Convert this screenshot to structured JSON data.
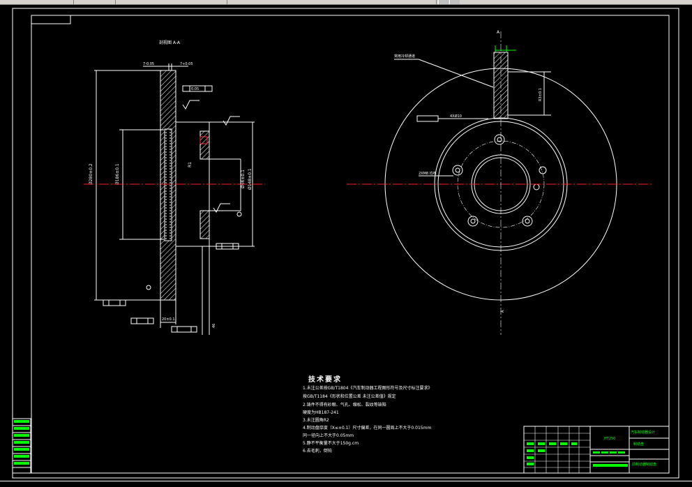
{
  "drawing": {
    "section_label": "剖视图 A-A",
    "tech_requirements": {
      "title": "技术要求",
      "lines": [
        "1.未注公差按GB/T1804《汽车制动器工程图形符号及尺寸标注要求》",
        "按GB/T1184《形状和位置公差 未注公差值》规定",
        "2.铸件不得有砂眼、气孔、缩松、裂纹等缺陷",
        "  硬度为HB187-241",
        "3.未注圆角R2",
        "4.制动盘厚度（X≤±0.1）尺寸偏差，在同一圆周上不大于0.015mm",
        "  同一径向上不大于0.05mm",
        "5.静不平衡量不大于150g.cm",
        "6.去毛刺，倒钝"
      ]
    },
    "title_block": {
      "drawing_name": "制动盘",
      "school": "汽车制动器设计",
      "part": "前制动器制动盘",
      "material": "HT250"
    }
  },
  "colors": {
    "line": "#ffffff",
    "center_line": "#ff2222",
    "green": "#00ff00",
    "background": "#000000"
  }
}
